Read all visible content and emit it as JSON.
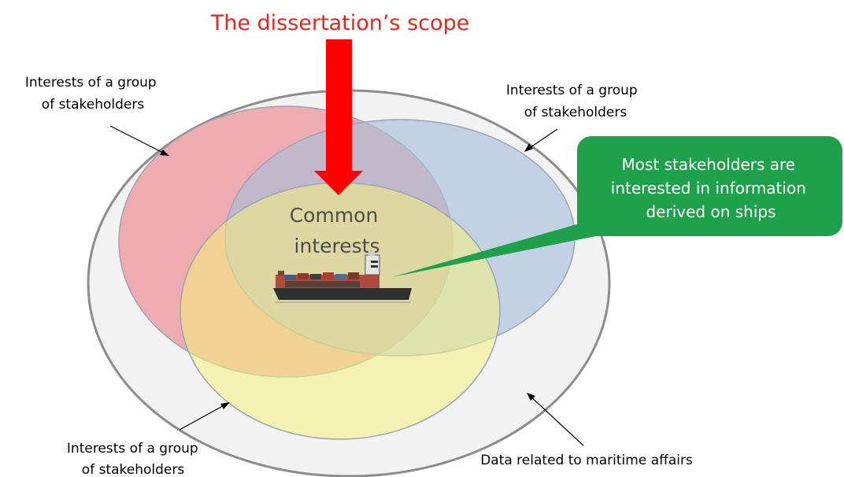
{
  "title": "The dissertation’s scope",
  "labels": {
    "group_top_left": [
      "Interests of a group",
      "of stakeholders"
    ],
    "group_top_right": [
      "Interests of a group",
      "of stakeholders"
    ],
    "group_bottom_left": [
      "Interests of a group",
      "of stakeholders"
    ],
    "common": [
      "Common",
      "interests"
    ],
    "maritime": "Data related to maritime affairs",
    "callout": [
      "Most stakeholders are",
      "interested in information",
      "derived on ships"
    ]
  },
  "colors": {
    "title": "#e8261c",
    "arrow": "#ff0000",
    "outer_fill": "#f2f2f2",
    "outer_stroke": "#8c8c8c",
    "red_set": "#ee9499",
    "blue_set": "#a9bfdc",
    "yellow_set": "#f4f27e",
    "callout": "#1ea14a",
    "common_text": "#4d4d4d"
  },
  "icons": {
    "ship": "container-ship-icon"
  }
}
